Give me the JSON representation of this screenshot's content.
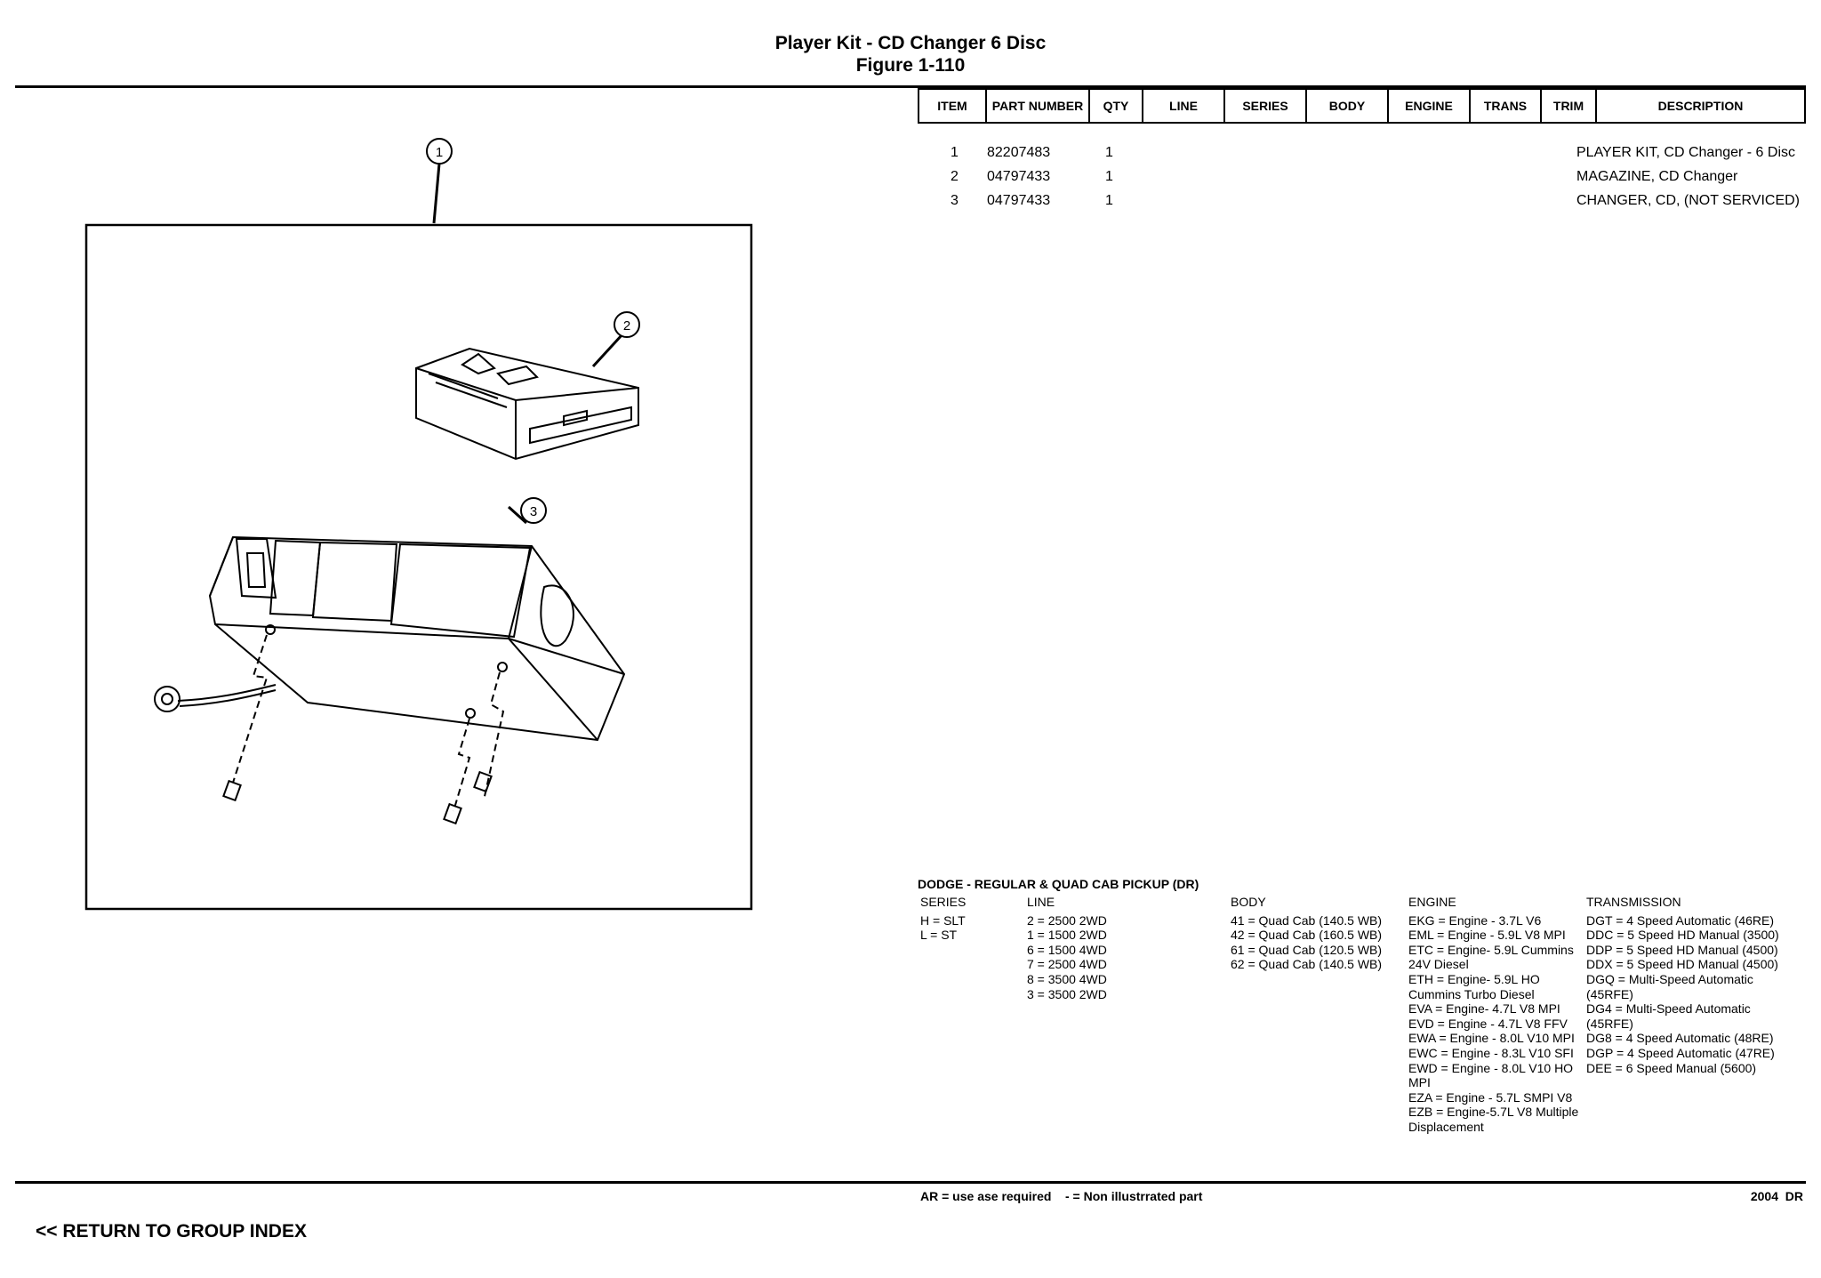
{
  "header": {
    "title": "Player Kit - CD Changer 6 Disc",
    "figure": "Figure 1-110"
  },
  "callouts": [
    "1",
    "2",
    "3"
  ],
  "columns": [
    "ITEM",
    "PART NUMBER",
    "QTY",
    "LINE",
    "SERIES",
    "BODY",
    "ENGINE",
    "TRANS",
    "TRIM",
    "DESCRIPTION"
  ],
  "parts": [
    {
      "item": "1",
      "part_number": "82207483",
      "qty": "1",
      "description": "PLAYER KIT, CD Changer - 6 Disc"
    },
    {
      "item": "2",
      "part_number": "04797433",
      "qty": "1",
      "description": "MAGAZINE, CD Changer"
    },
    {
      "item": "3",
      "part_number": "04797433",
      "qty": "1",
      "description": "CHANGER, CD, (NOT SERVICED)"
    }
  ],
  "legend": {
    "title": "DODGE - REGULAR & QUAD CAB PICKUP (DR)",
    "series": {
      "heading": "SERIES",
      "items": [
        "H = SLT",
        "L = ST"
      ]
    },
    "line": {
      "heading": "LINE",
      "items": [
        "2 = 2500 2WD",
        "1 = 1500 2WD",
        "6 = 1500 4WD",
        "7 = 2500 4WD",
        "8 = 3500 4WD",
        "3 = 3500 2WD"
      ]
    },
    "body": {
      "heading": "BODY",
      "items": [
        "41 = Quad Cab (140.5 WB)",
        "42 = Quad Cab (160.5 WB)",
        "61 = Quad Cab (120.5 WB)",
        "62 = Quad Cab (140.5 WB)"
      ]
    },
    "engine": {
      "heading": "ENGINE",
      "items": [
        "EKG = Engine - 3.7L V6",
        "EML = Engine - 5.9L V8 MPI",
        "ETC = Engine- 5.9L Cummins",
        "24V Diesel",
        "ETH = Engine- 5.9L HO",
        "Cummins Turbo Diesel",
        "EVA = Engine- 4.7L V8 MPI",
        "EVD = Engine - 4.7L V8 FFV",
        "EWA = Engine - 8.0L V10 MPI",
        "EWC = Engine - 8.3L V10 SFI",
        "EWD = Engine - 8.0L V10 HO",
        "MPI",
        "EZA = Engine - 5.7L SMPI V8",
        "EZB = Engine-5.7L V8 Multiple",
        "Displacement"
      ]
    },
    "transmission": {
      "heading": "TRANSMISSION",
      "items": [
        "DGT = 4 Speed Automatic (46RE)",
        "DDC = 5 Speed HD Manual (3500)",
        "DDP = 5 Speed HD Manual (4500)",
        "DDX = 5 Speed HD Manual (4500)",
        "DGQ = Multi-Speed Automatic",
        "(45RFE)",
        "DG4 = Multi-Speed Automatic",
        "(45RFE)",
        "DG8 = 4 Speed Automatic (48RE)",
        "DGP = 4 Speed Automatic (47RE)",
        "DEE = 6 Speed Manual (5600)"
      ]
    }
  },
  "footer": {
    "note": "AR = use ase required    - = Non illustrrated part",
    "year": "2004  DR",
    "return_link": "<< RETURN TO GROUP INDEX"
  }
}
